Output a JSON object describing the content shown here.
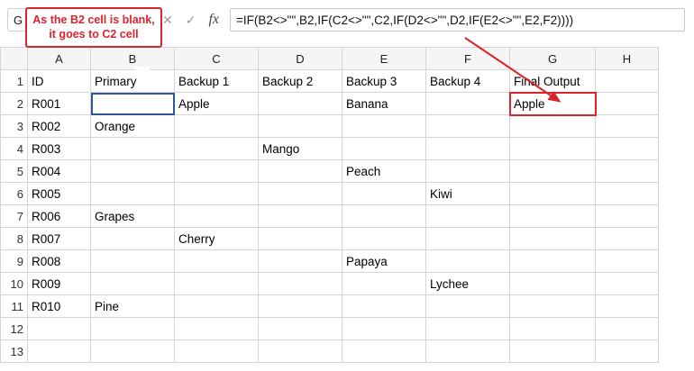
{
  "app": {
    "name_box_value": "G",
    "formula_value": "=IF(B2<>\"\",B2,IF(C2<>\"\",C2,IF(D2<>\"\",D2,IF(E2<>\"\",E2,F2))))",
    "cancel_icon": "close-icon",
    "confirm_icon": "check-icon",
    "function_icon": "fx-icon"
  },
  "annotation": {
    "text": "As the B2 cell is blank, it goes to C2 cell",
    "color": "#d8242c"
  },
  "grid": {
    "column_headers": [
      "A",
      "B",
      "C",
      "D",
      "E",
      "F",
      "G",
      "H"
    ],
    "row_headers": [
      "1",
      "2",
      "3",
      "4",
      "5",
      "6",
      "7",
      "8",
      "9",
      "10",
      "11",
      "12",
      "13"
    ],
    "header_row": [
      "ID",
      "Primary",
      "Backup 1",
      "Backup 2",
      "Backup 3",
      "Backup 4",
      "Final Output",
      ""
    ],
    "rows": [
      [
        "R001",
        "",
        "Apple",
        "",
        "Banana",
        "",
        "Apple",
        ""
      ],
      [
        "R002",
        "Orange",
        "",
        "",
        "",
        "",
        "",
        ""
      ],
      [
        "R003",
        "",
        "",
        "Mango",
        "",
        "",
        "",
        ""
      ],
      [
        "R004",
        "",
        "",
        "",
        "Peach",
        "",
        "",
        ""
      ],
      [
        "R005",
        "",
        "",
        "",
        "",
        "Kiwi",
        "",
        ""
      ],
      [
        "R006",
        "Grapes",
        "",
        "",
        "",
        "",
        "",
        ""
      ],
      [
        "R007",
        "",
        "Cherry",
        "",
        "",
        "",
        "",
        ""
      ],
      [
        "R008",
        "",
        "",
        "",
        "Papaya",
        "",
        "",
        ""
      ],
      [
        "R009",
        "",
        "",
        "",
        "",
        "Lychee",
        "",
        ""
      ],
      [
        "R010",
        "Pine",
        "",
        "",
        "",
        "",
        "",
        ""
      ],
      [
        "",
        "",
        "",
        "",
        "",
        "",
        "",
        ""
      ],
      [
        "",
        "",
        "",
        "",
        "",
        "",
        "",
        ""
      ]
    ],
    "selected_cell": "B2",
    "highlighted_cell": "G2",
    "selection_color": "#2b579a",
    "highlight_color": "#d8242c"
  }
}
